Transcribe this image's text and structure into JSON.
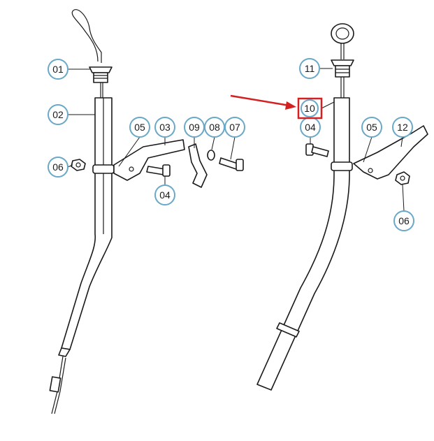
{
  "callouts": {
    "left": [
      "01",
      "02",
      "05",
      "03",
      "09",
      "08",
      "07",
      "06",
      "04"
    ],
    "right": [
      "11",
      "04",
      "05",
      "12",
      "06"
    ]
  },
  "highlight": {
    "label": "10",
    "box_color": "#d42020",
    "arrow_color": "#d42020"
  },
  "colors": {
    "callout_stroke": "#6aa8c8",
    "line": "#1a1a1a"
  }
}
